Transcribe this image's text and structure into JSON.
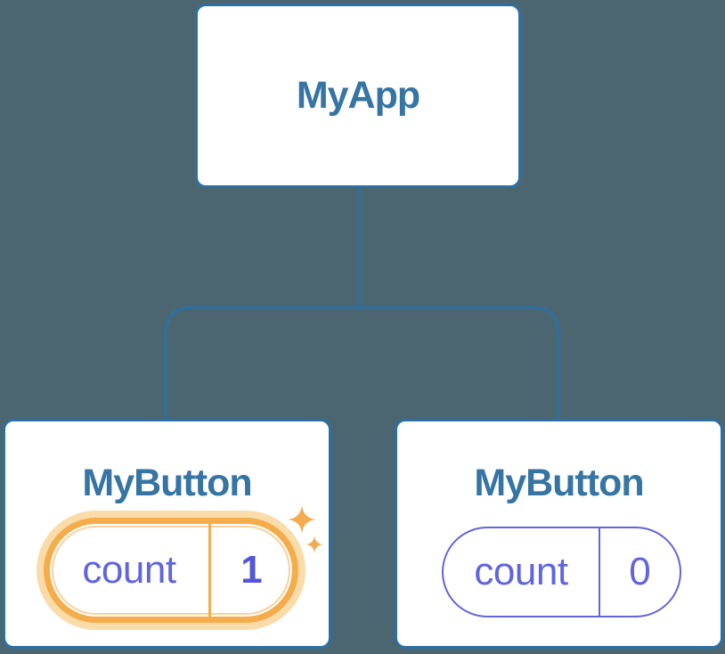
{
  "diagram": {
    "root": {
      "label": "MyApp"
    },
    "children": [
      {
        "label": "MyButton",
        "state_key": "count",
        "state_value": "1",
        "highlighted": true
      },
      {
        "label": "MyButton",
        "state_key": "count",
        "state_value": "0",
        "highlighted": false
      }
    ]
  },
  "colors": {
    "background": "#4C6671",
    "node_border": "#2C70A3",
    "node_fill": "#FFFFFF",
    "node_text": "#3674A3",
    "state_text": "#6165DD",
    "state_value_text": "#5357D6",
    "highlight_ring": "#F5AC4B",
    "highlight_glow": "#F9DCA9",
    "sparkle": "#F3AC4F"
  }
}
